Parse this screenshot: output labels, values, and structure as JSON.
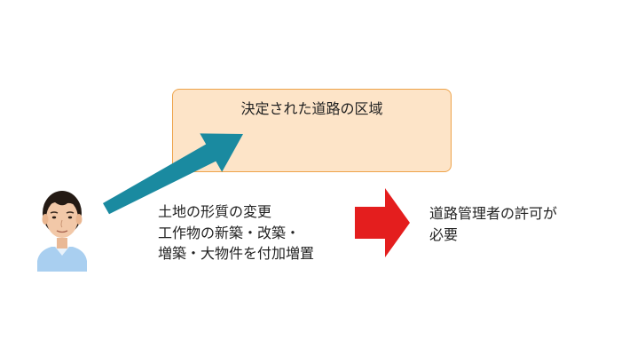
{
  "area_box": {
    "label": "決定された道路の区域"
  },
  "action": {
    "lines": [
      "土地の形質の変更",
      "工作物の新築・改築・",
      "増築・大物件を付加増置"
    ]
  },
  "permit": {
    "lines": [
      "道路管理者の許可が",
      "必要"
    ]
  },
  "icons": {
    "person": "person-icon",
    "blue_arrow": "diagonal-arrow-icon",
    "red_arrow": "right-arrow-icon"
  },
  "colors": {
    "box_fill": "#fde4c8",
    "box_border": "#eea34a",
    "blue_arrow": "#1a8aa0",
    "red_arrow": "#e41e1e",
    "shirt": "#a9cff0"
  }
}
